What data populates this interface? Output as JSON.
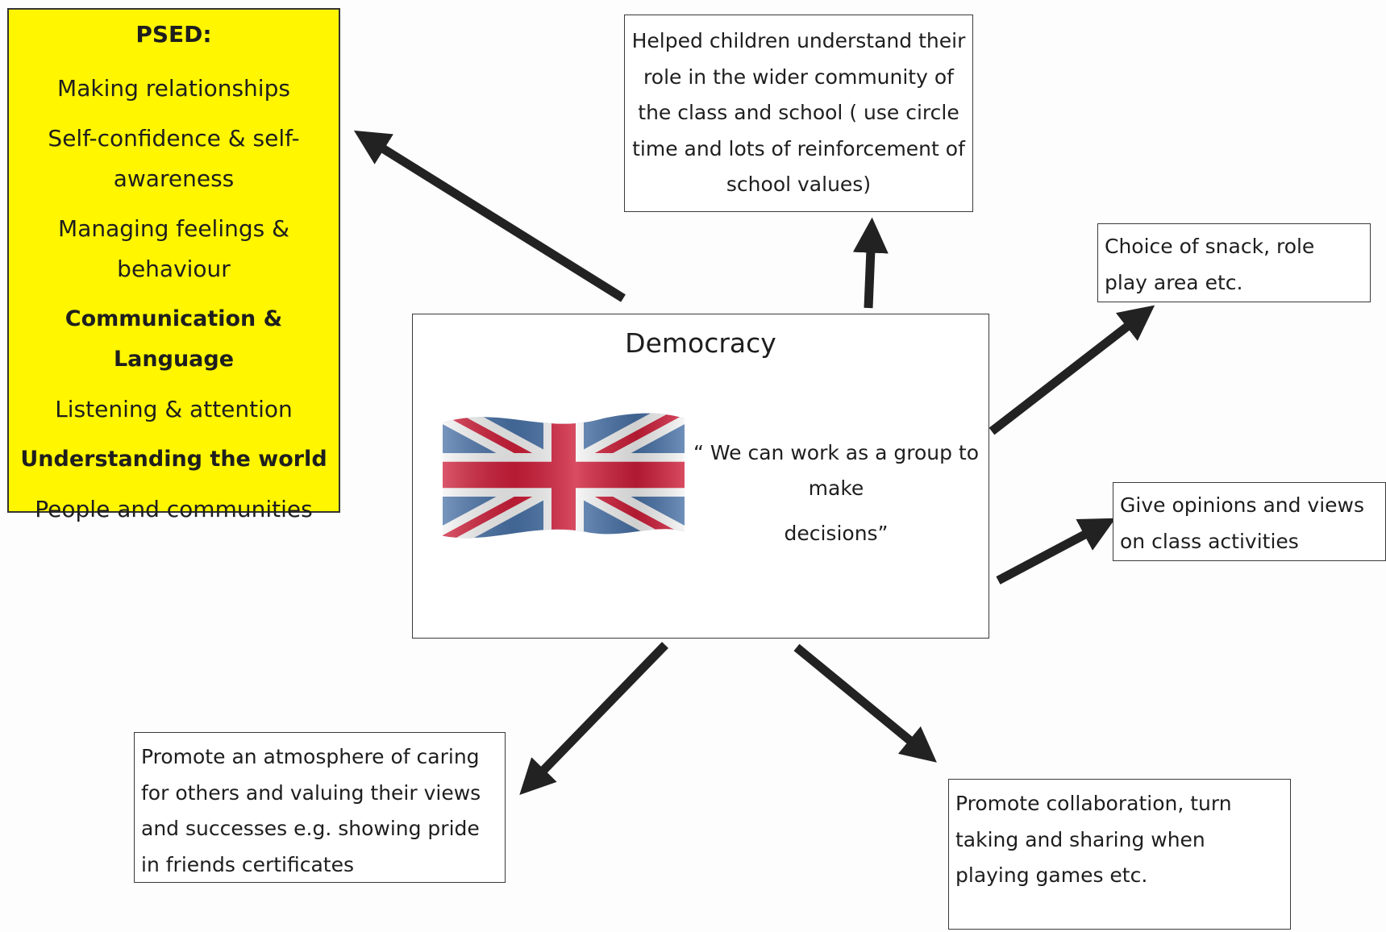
{
  "psed": {
    "title": "PSED:",
    "items": [
      {
        "text": "Making relationships"
      },
      {
        "text": "Self-confidence & self-awareness"
      },
      {
        "text": "Managing feelings & behaviour"
      },
      {
        "text": "Communication & Language"
      },
      {
        "text": "Listening & attention"
      },
      {
        "text": "Understanding the world"
      },
      {
        "text": "People and communities"
      }
    ],
    "background": "#fff600"
  },
  "center": {
    "title": "Democracy",
    "quote_line1": "“ We can work as a group to make",
    "quote_line2": "decisions”",
    "flag_icon": "union-jack-flag-icon"
  },
  "boxes": {
    "top": "Helped children understand their role in the wider community of the class and school ( use circle time and lots of reinforcement of school values)",
    "right_upper": "Choice of snack, role play area etc.",
    "right_lower": "Give opinions and views on class activities",
    "bottom_left": "Promote an atmosphere of caring for others and valuing their views and successes e.g. showing pride in friends certificates",
    "bottom_right": "Promote collaboration, turn taking and sharing when playing games etc."
  },
  "colors": {
    "arrow": "#222222",
    "flag_red": "#cf1f3a",
    "flag_blue": "#4a73a8"
  }
}
